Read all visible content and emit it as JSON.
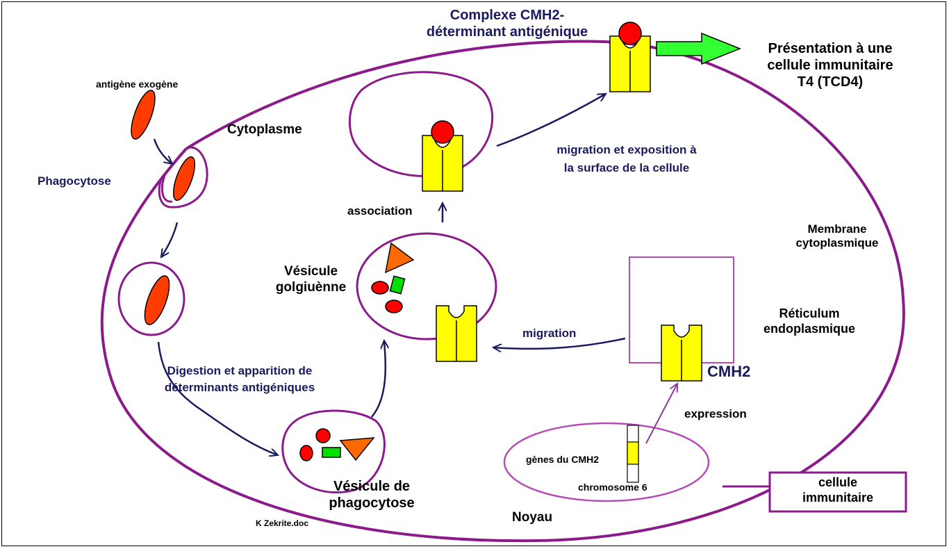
{
  "colors": {
    "membrane": "#8b1a8b",
    "reticulum": "#b54cb5",
    "arrow": "#1a1a5e",
    "antigen": "#ff3d00",
    "receptor": "#ffff00",
    "peptide_red": "#ff0000",
    "peptide_green": "#00e000",
    "peptide_orange": "#ff6a00",
    "big_arrow": "#33ff33"
  },
  "labels": {
    "complex_title_1": "Complexe CMH2-",
    "complex_title_2": "déterminant antigénique",
    "presentation_1": "Présentation à une",
    "presentation_2": "cellule immunitaire",
    "presentation_3": "T4 (TCD4)",
    "antigen_exogene": "antigène exogène",
    "cytoplasme": "Cytoplasme",
    "phagocytose": "Phagocytose",
    "migration_expo_1": "migration et exposition à",
    "migration_expo_2": "la surface de la cellule",
    "association": "association",
    "membrane_1": "Membrane",
    "membrane_2": "cytoplasmique",
    "vesicule_golgi_1": "Vésicule",
    "vesicule_golgi_2": "golgiuènne",
    "reticulum_1": "Réticulum",
    "reticulum_2": "endoplasmique",
    "migration": "migration",
    "cmh2": "CMH2",
    "digestion_1": "Digestion et apparition de",
    "digestion_2": "déterminants antigéniques",
    "expression": "expression",
    "genes": "gènes du CMH2",
    "chromosome": "chromosome 6",
    "vesicule_phago_1": "Vésicule de",
    "vesicule_phago_2": "phagocytose",
    "noyau": "Noyau",
    "cellule_1": "cellule",
    "cellule_2": "immunitaire",
    "credit": "K Zekrite.doc"
  }
}
